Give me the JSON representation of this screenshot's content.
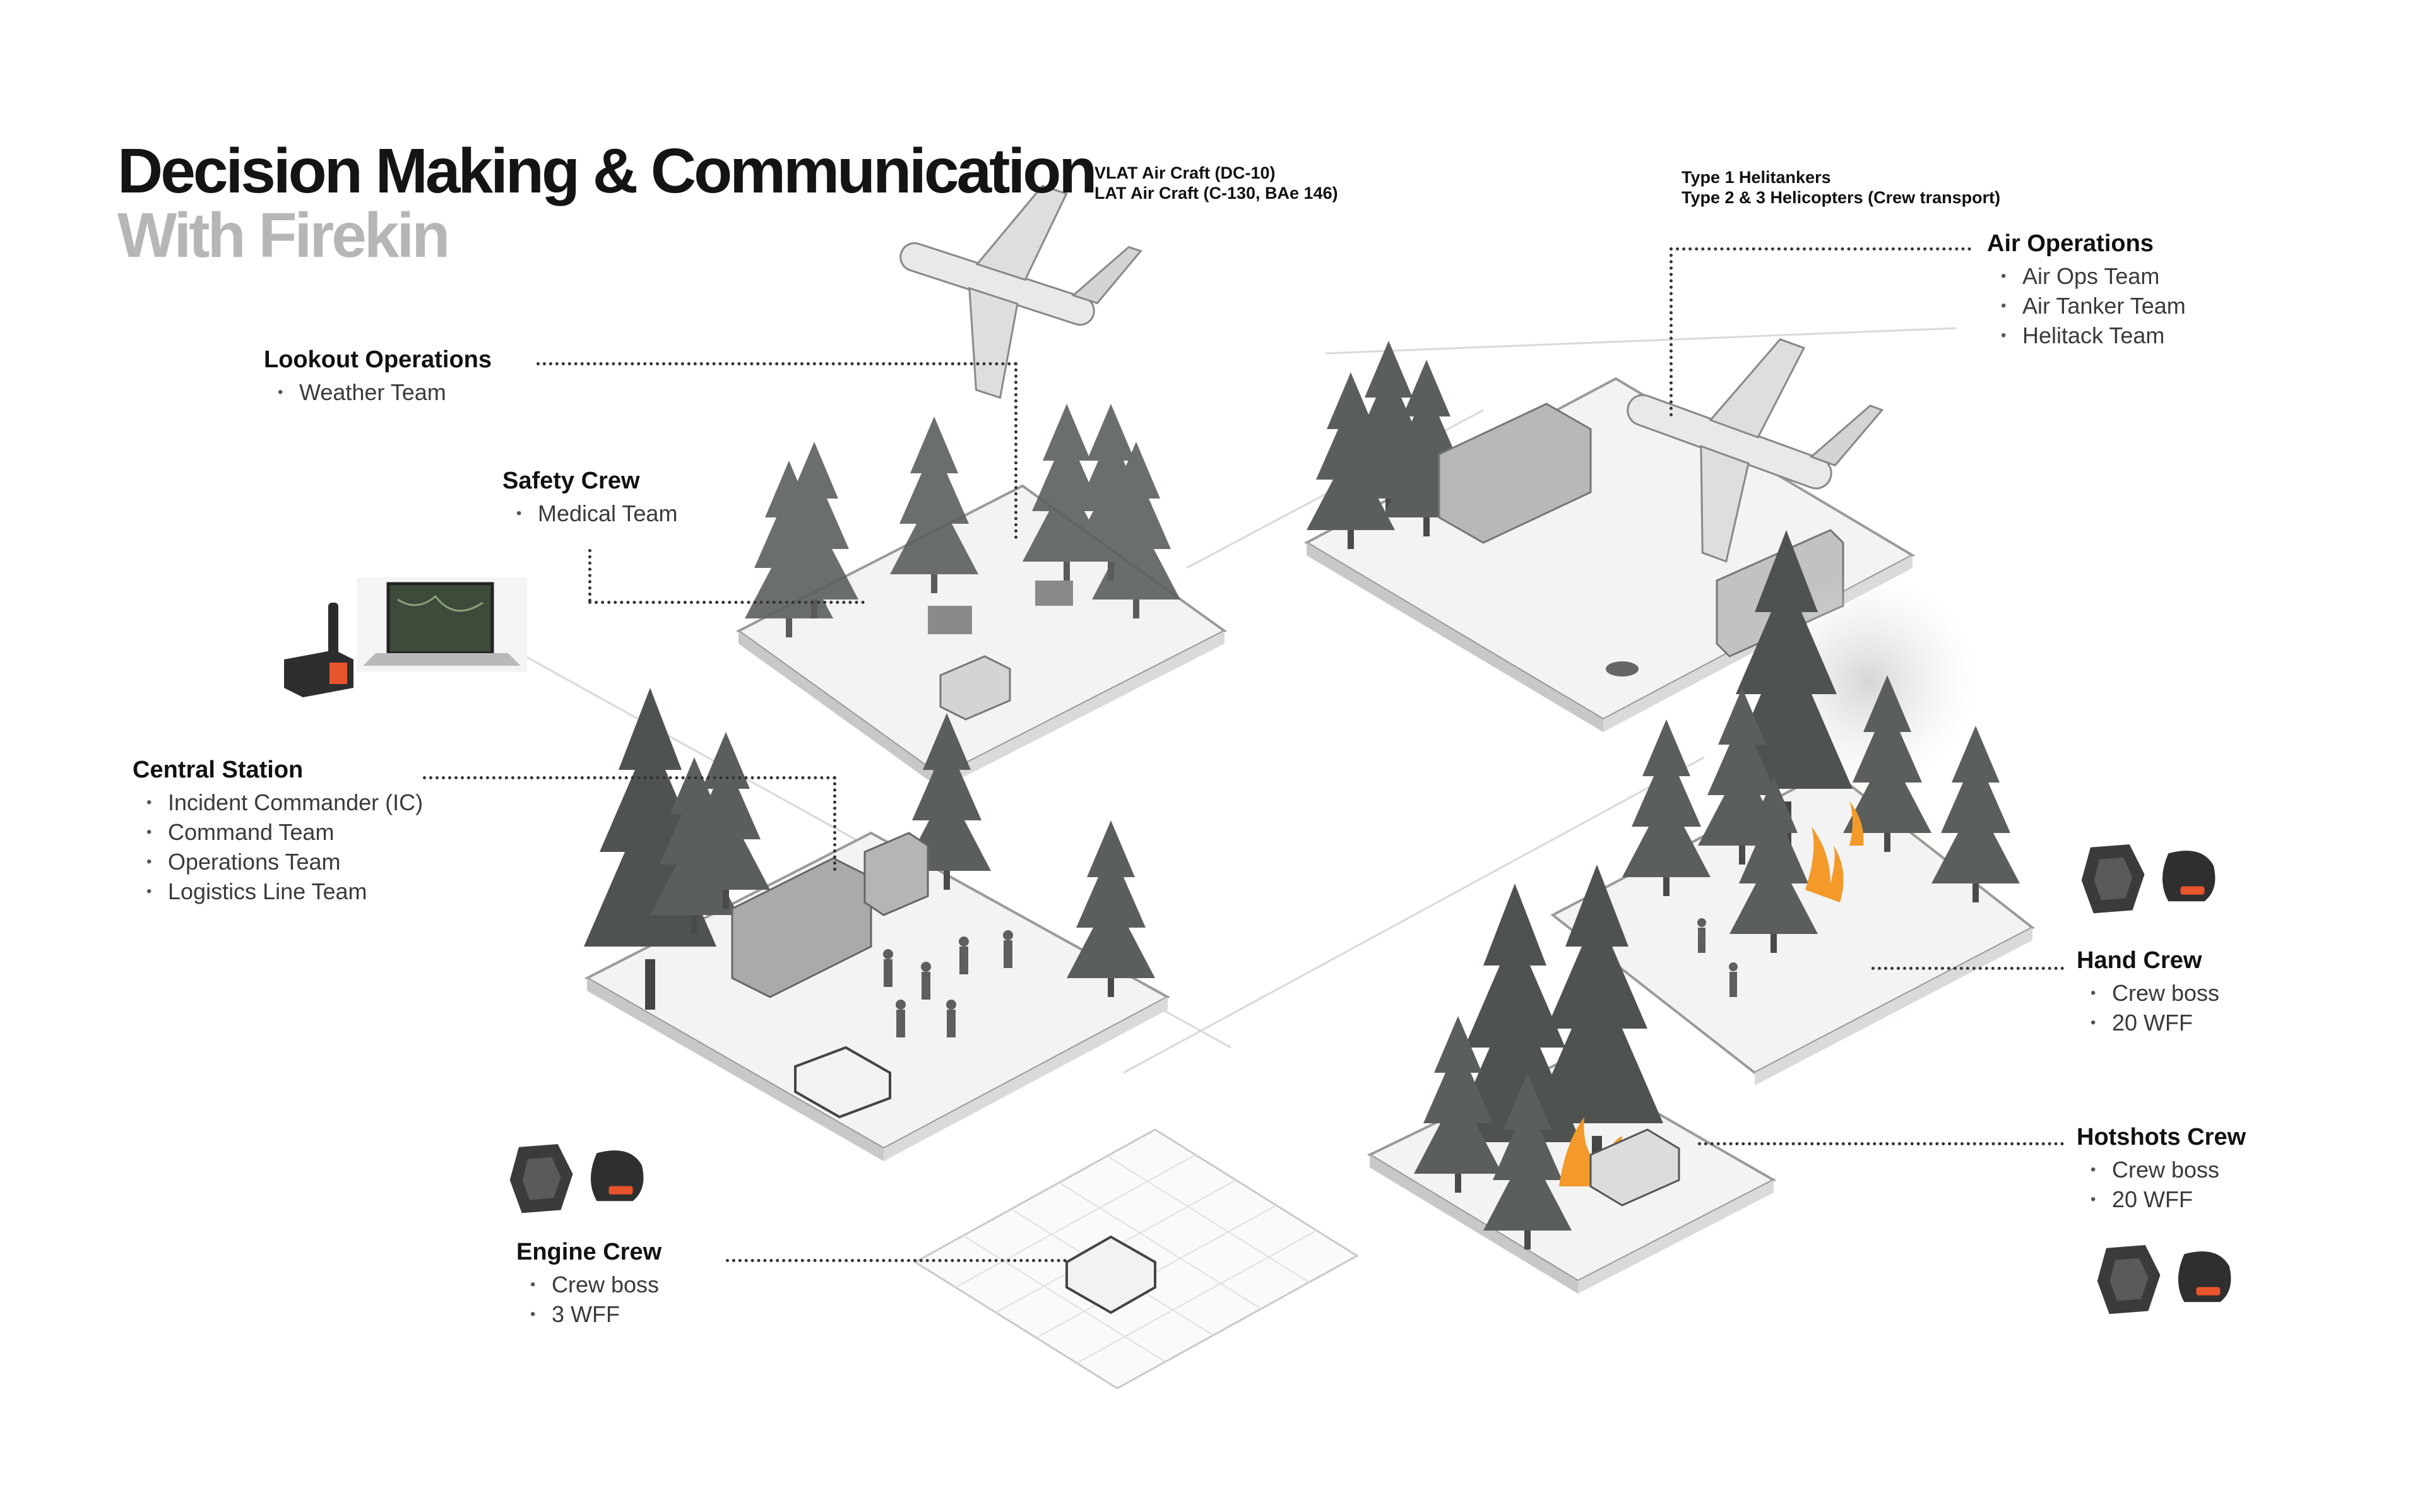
{
  "title": {
    "main": "Decision Making & Communication",
    "sub": "With Firekin"
  },
  "aircraft_notes": {
    "fixed_wing": [
      "VLAT Air Craft (DC-10)",
      "LAT Air Craft (C-130, BAe 146)"
    ],
    "rotary": [
      "Type 1 Helitankers",
      "Type 2 & 3 Helicopters (Crew transport)"
    ]
  },
  "groups": {
    "lookout": {
      "title": "Lookout Operations",
      "items": [
        "Weather Team"
      ]
    },
    "safety": {
      "title": "Safety Crew",
      "items": [
        "Medical Team"
      ]
    },
    "central": {
      "title": "Central Station",
      "items": [
        "Incident Commander (IC)",
        "Command Team",
        "Operations Team",
        "Logistics Line Team"
      ]
    },
    "air_ops": {
      "title": "Air Operations",
      "items": [
        "Air Ops Team",
        "Air Tanker Team",
        "Helitack Team"
      ]
    },
    "hand_crew": {
      "title": "Hand Crew",
      "items": [
        "Crew boss",
        "20 WFF"
      ]
    },
    "hotshots": {
      "title": "Hotshots Crew",
      "items": [
        "Crew boss",
        "20 WFF"
      ]
    },
    "engine": {
      "title": "Engine Crew",
      "items": [
        "Crew boss",
        "3 WFF"
      ]
    }
  },
  "colors": {
    "title": "#141414",
    "subtitle": "#b6b6b6",
    "device_accent": "#e8542c",
    "fire": "#f39a2a",
    "platform": "#f1f1f1"
  },
  "icons": [
    "airplane-icon",
    "airplane-icon",
    "laptop-icon",
    "gateway-device-icon",
    "wearable-device-icon",
    "vehicle-icon",
    "fire-icon",
    "tree-icon"
  ]
}
